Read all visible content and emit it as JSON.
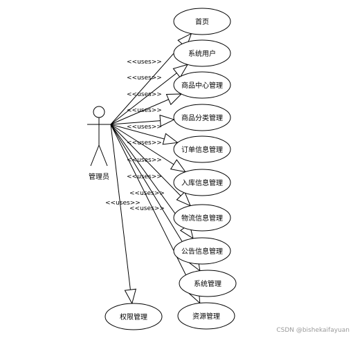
{
  "actor": {
    "label": "管理员"
  },
  "relation_label": "<<uses>>",
  "use_cases": [
    {
      "id": "home",
      "label": "首页"
    },
    {
      "id": "system-users",
      "label": "系统用户"
    },
    {
      "id": "product-center",
      "label": "商品中心管理"
    },
    {
      "id": "product-category",
      "label": "商品分类管理"
    },
    {
      "id": "order-info",
      "label": "订单信息管理"
    },
    {
      "id": "inbound-info",
      "label": "入库信息管理"
    },
    {
      "id": "logistics-info",
      "label": "物流信息管理"
    },
    {
      "id": "notice-info",
      "label": "公告信息管理"
    },
    {
      "id": "system-management",
      "label": "系统管理"
    },
    {
      "id": "permission-management",
      "label": "权限管理"
    },
    {
      "id": "resource-management",
      "label": "资源管理"
    }
  ],
  "watermark": "CSDN @bishekaifayuan",
  "colors": {
    "stroke": "#000000",
    "background": "#ffffff",
    "watermark": "#9a9a9a"
  }
}
